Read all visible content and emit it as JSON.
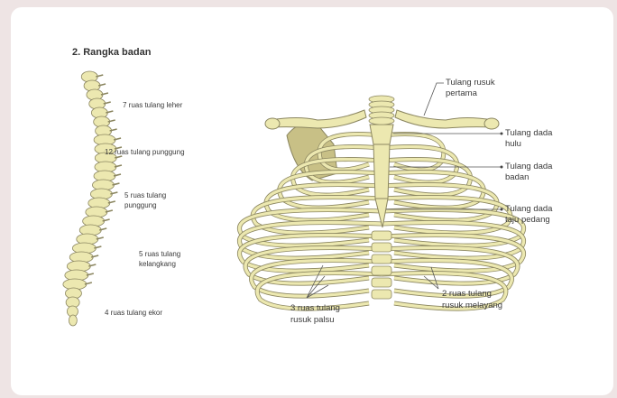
{
  "section_title": "2. Rangka badan",
  "spine_labels": {
    "cervical": "7 ruas tulang leher",
    "thoracic": "12 ruas tulang punggung",
    "lumbar": [
      "5 ruas tulang",
      "punggung"
    ],
    "sacral": [
      "5 ruas tulang",
      "kelangkang"
    ],
    "coccyx": "4 ruas tulang ekor"
  },
  "ribcage_labels": {
    "first_rib": [
      "Tulang rusuk",
      "pertama"
    ],
    "manubrium": [
      "Tulang dada",
      "hulu"
    ],
    "sternum_body": [
      "Tulang dada",
      "badan"
    ],
    "xiphoid": [
      "Tulang dada",
      "taju pedang"
    ],
    "false_ribs": [
      "3 ruas tulang",
      "rusuk palsu"
    ],
    "floating_ribs": [
      "2 ruas tulang",
      "rusuk melayang"
    ]
  },
  "colors": {
    "bone": "#ece8b0",
    "bone_outline": "#8b8660",
    "scapula": "#c8c086",
    "background": "#eee4e4",
    "card": "#ffffff"
  }
}
